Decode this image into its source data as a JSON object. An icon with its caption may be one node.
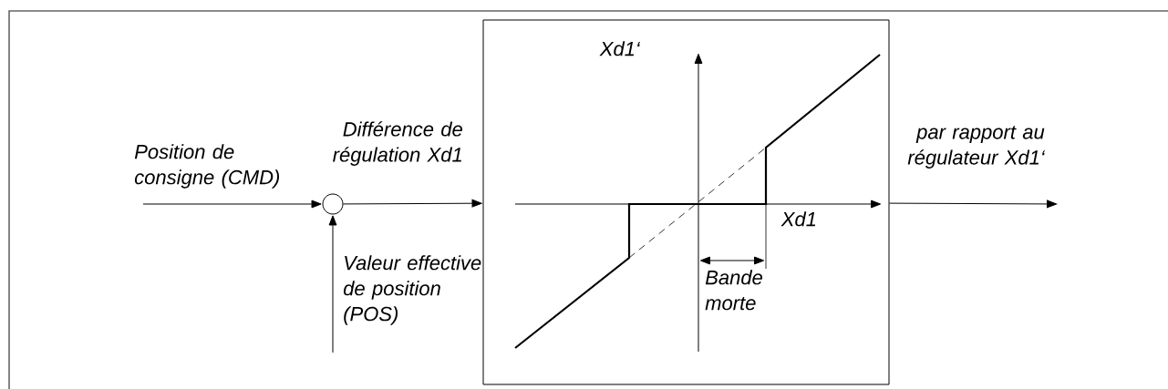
{
  "diagram": {
    "nodes": [
      {
        "text": [],
        "shape": "circle"
      },
      {
        "text": [],
        "shape": "box"
      }
    ],
    "edges": [
      {
        "from": null,
        "to": 0,
        "arrow": "to",
        "label": "Position de consigne (CMD)"
      },
      {
        "from": null,
        "to": 0,
        "arrow": "to",
        "label": "Valeur effective de position (POS)"
      },
      {
        "from": 0,
        "to": 1,
        "arrow": "to",
        "label": "Différence de régulation Xd1"
      },
      {
        "from": 1,
        "to": null,
        "arrow": "to",
        "label": "par rapport au régulateur Xd1‘"
      }
    ],
    "labels": [
      "Xd1‘",
      "Xd1",
      "Bande morte"
    ]
  }
}
